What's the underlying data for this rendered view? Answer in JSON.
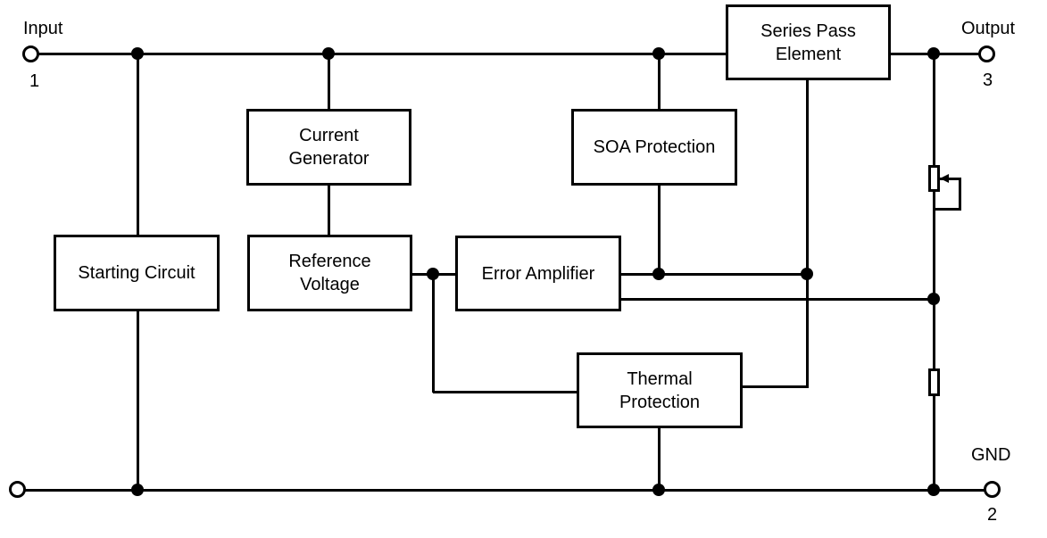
{
  "diagram": {
    "type": "voltage-regulator-functional-block-diagram",
    "colors": {
      "line": "#000000",
      "background": "#ffffff",
      "text": "#000000"
    },
    "terminals": {
      "input": {
        "label": "Input",
        "pin": "1"
      },
      "output": {
        "label": "Output",
        "pin": "3"
      },
      "gnd": {
        "label": "GND",
        "pin": "2"
      }
    },
    "blocks": {
      "series_pass": {
        "lines": [
          "Series Pass",
          "Element"
        ]
      },
      "current_generator": {
        "lines": [
          "Current",
          "Generator"
        ]
      },
      "soa_protection": {
        "lines": [
          "SOA Protection"
        ]
      },
      "starting_circuit": {
        "lines": [
          "Starting Circuit"
        ]
      },
      "reference_voltage": {
        "lines": [
          "Reference",
          "Voltage"
        ]
      },
      "error_amplifier": {
        "lines": [
          "Error Amplifier"
        ]
      },
      "thermal_protection": {
        "lines": [
          "Thermal",
          "Protection"
        ]
      }
    },
    "symbols": {
      "potentiometer": "adjustable-resistor-wiper-tied-to-lower-terminal",
      "resistor": "fixed-resistor"
    }
  }
}
